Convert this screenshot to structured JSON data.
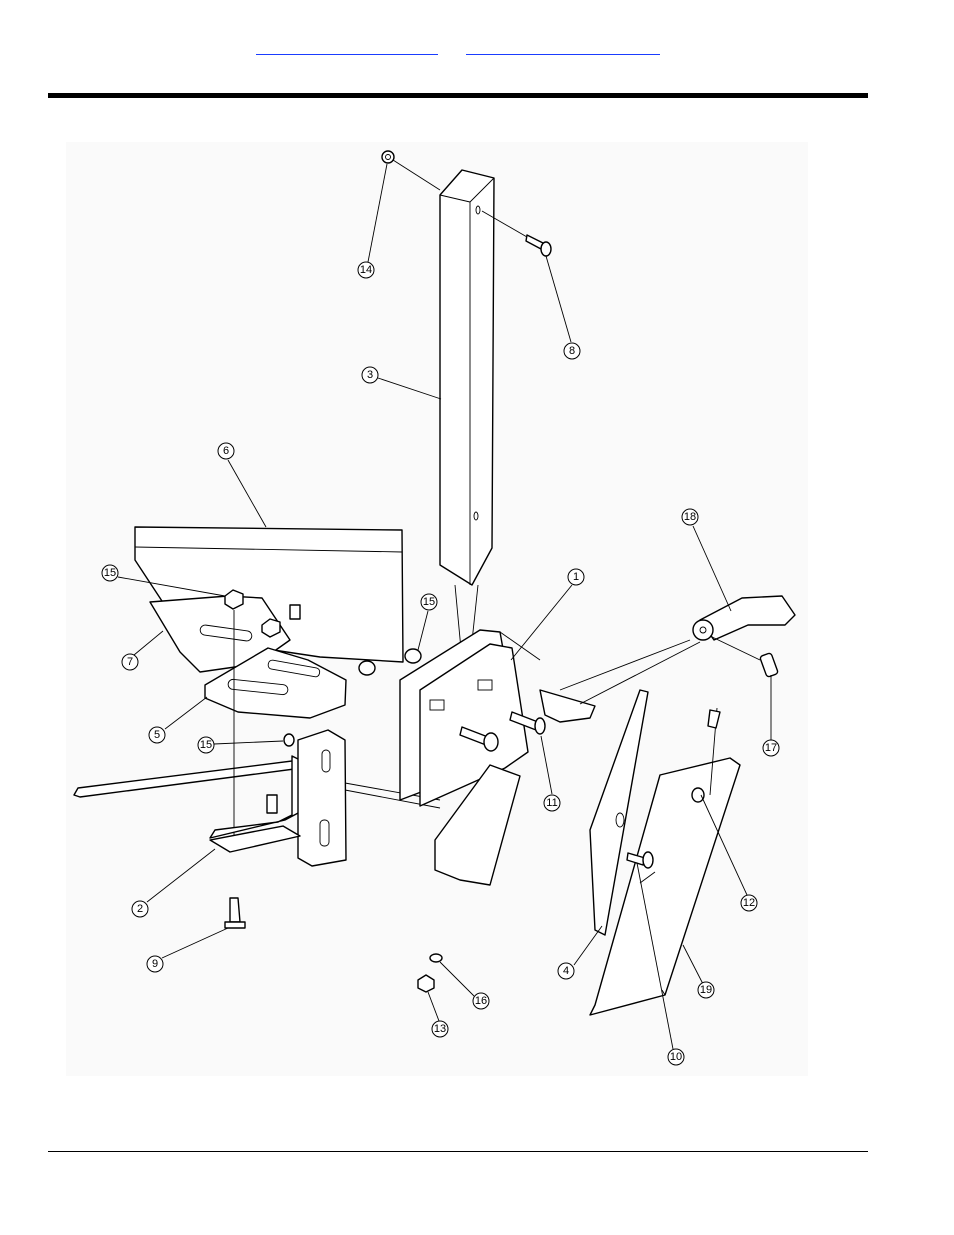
{
  "nav": {
    "links": [
      "",
      ""
    ]
  },
  "callouts": [
    {
      "n": "14"
    },
    {
      "n": "8"
    },
    {
      "n": "3"
    },
    {
      "n": "6"
    },
    {
      "n": "18"
    },
    {
      "n": "15"
    },
    {
      "n": "15"
    },
    {
      "n": "1"
    },
    {
      "n": "7"
    },
    {
      "n": "5"
    },
    {
      "n": "15"
    },
    {
      "n": "17"
    },
    {
      "n": "11"
    },
    {
      "n": "12"
    },
    {
      "n": "2"
    },
    {
      "n": "9"
    },
    {
      "n": "4"
    },
    {
      "n": "19"
    },
    {
      "n": "16"
    },
    {
      "n": "13"
    },
    {
      "n": "10"
    }
  ]
}
